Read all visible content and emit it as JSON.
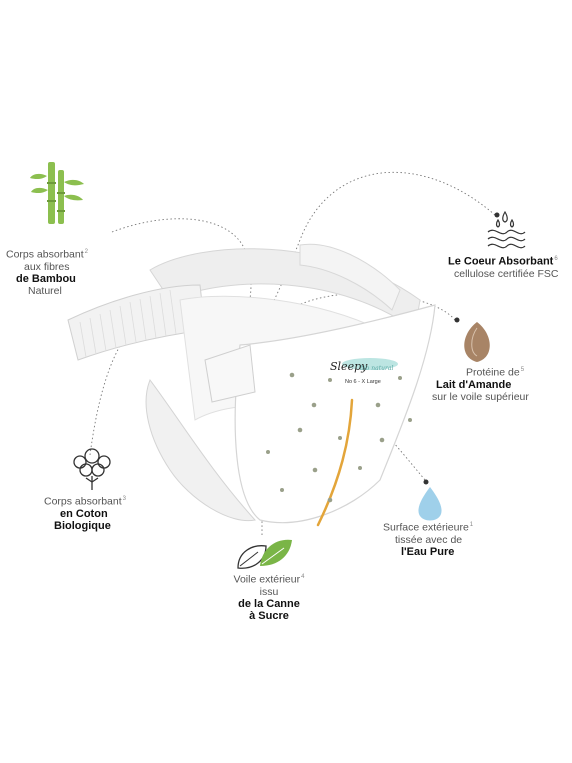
{
  "product": {
    "brand": "Sleepy",
    "brand_sub": "bio natural",
    "size": "No 6 - X Large"
  },
  "callouts": {
    "bamboo": {
      "lines": [
        "Corps absorbant",
        "aux fibres"
      ],
      "bold": [
        "de Bambou"
      ],
      "after": [
        "Naturel"
      ],
      "num": "2",
      "icon": "bamboo-icon"
    },
    "core": {
      "bold": [
        "Le Coeur Absorbant"
      ],
      "after": [
        "cellulose certifiée FSC"
      ],
      "num": "6",
      "icon": "water-drops-icon"
    },
    "almond": {
      "lines": [
        "Protéine de"
      ],
      "bold": [
        "Lait d'Amande"
      ],
      "after": [
        "sur le voile supérieur"
      ],
      "num": "5",
      "icon": "almond-icon"
    },
    "cotton": {
      "lines": [
        "Corps absorbant"
      ],
      "bold": [
        "en Coton",
        "Biologique"
      ],
      "num": "3",
      "icon": "cotton-icon"
    },
    "water": {
      "lines": [
        "Surface extérieure",
        "tissée avec de"
      ],
      "bold": [
        "l'Eau Pure"
      ],
      "num": "1",
      "icon": "water-drop-icon"
    },
    "sugarcane": {
      "lines": [
        "Voile extérieur",
        "issu"
      ],
      "bold": [
        "de la Canne",
        "à Sucre"
      ],
      "num": "4",
      "icon": "leaves-icon"
    }
  },
  "colors": {
    "bamboo_green": "#8cbf4f",
    "almond_brown": "#a88466",
    "water_blue": "#9fd0ea",
    "leaf_green": "#7ab547",
    "stripe_orange": "#e3a53a",
    "teal_accent": "#8fd3cf"
  }
}
